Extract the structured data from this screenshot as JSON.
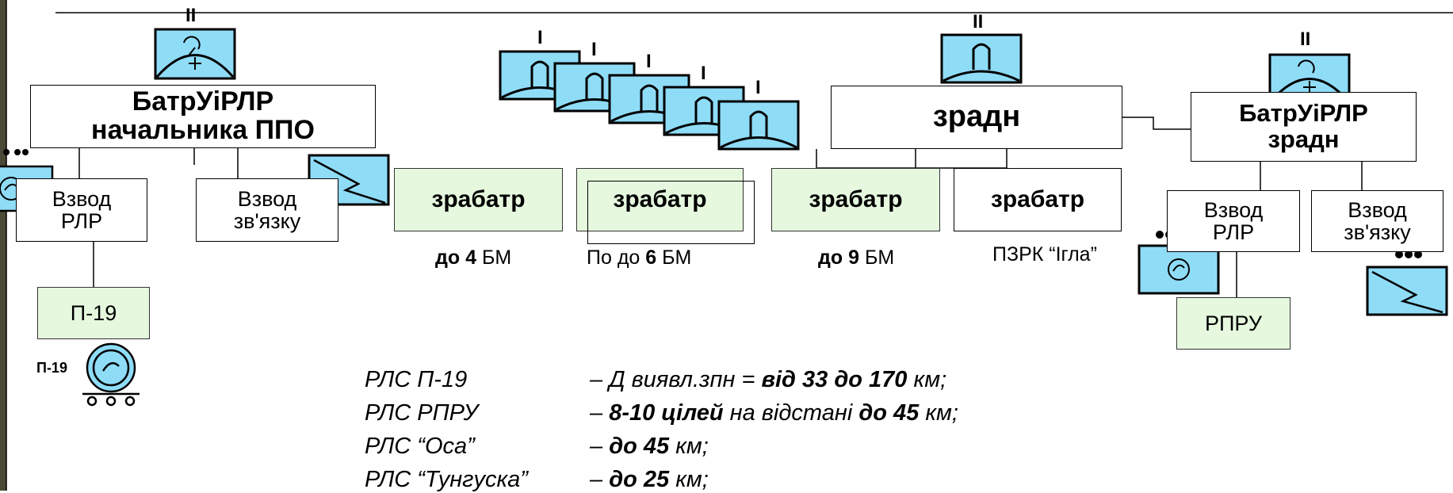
{
  "top_left": {
    "roman": "II",
    "hq_box": {
      "line1": "БатрУіРЛР",
      "line2": "начальника ППО"
    },
    "rlr_platoon": {
      "line1": "Взвод",
      "line2": "РЛР"
    },
    "comm_platoon": {
      "line1": "Взвод",
      "line2": "зв'язку"
    },
    "p19_box": "П-19",
    "p19_label": "П-19"
  },
  "batteries": {
    "romans": [
      "I",
      "I",
      "I",
      "I",
      "I"
    ],
    "items": [
      {
        "label": "зрабатр",
        "caption_pre": "",
        "caption_bold_a": "до 4",
        "caption_rest": " БМ"
      },
      {
        "label": "зрабатр",
        "caption_pre": "По до ",
        "caption_bold_a": "6",
        "caption_rest": " БМ"
      },
      {
        "label": "зрабатр",
        "caption_pre": "",
        "caption_bold_a": "до 9",
        "caption_rest": " БМ"
      },
      {
        "label": "зрабатр",
        "caption_pre": "",
        "caption_bold_a": "",
        "caption_rest": "ПЗРК “Ігла”"
      }
    ]
  },
  "division": {
    "roman": "II",
    "label": "зрадн"
  },
  "right_group": {
    "roman": "II",
    "hq_box": {
      "line1": "БатрУіРЛР",
      "line2": "зрадн"
    },
    "rlr_platoon": {
      "line1": "Взвод",
      "line2": "РЛР"
    },
    "comm_platoon": {
      "line1": "Взвод",
      "line2": "зв'язку"
    },
    "rpru_box": "РПРУ"
  },
  "notes": [
    {
      "name": "РЛС П-19",
      "dash": "– ",
      "parts": [
        {
          "t": "Д виявл.зпн = ",
          "b": false
        },
        {
          "t": "від 33 до 170",
          "b": true
        },
        {
          "t": " км;",
          "b": false
        }
      ]
    },
    {
      "name": "РЛС РПРУ",
      "dash": "– ",
      "parts": [
        {
          "t": "8-10 цілей",
          "b": true
        },
        {
          "t": " на відстані ",
          "b": false
        },
        {
          "t": "до 45",
          "b": true
        },
        {
          "t": " км;",
          "b": false
        }
      ]
    },
    {
      "name": "РЛС “Оса”",
      "dash": "– ",
      "parts": [
        {
          "t": "до 45",
          "b": true
        },
        {
          "t": " км;",
          "b": false
        }
      ]
    },
    {
      "name": "РЛС “Тунгуска”",
      "dash": "– ",
      "parts": [
        {
          "t": "до 25",
          "b": true
        },
        {
          "t": " км;",
          "b": false
        }
      ]
    }
  ],
  "colors": {
    "symbol_fill": "#8fdcf7",
    "green_fill": "#e6f9df",
    "line": "#000000",
    "left_strip": "#4a4a36"
  }
}
